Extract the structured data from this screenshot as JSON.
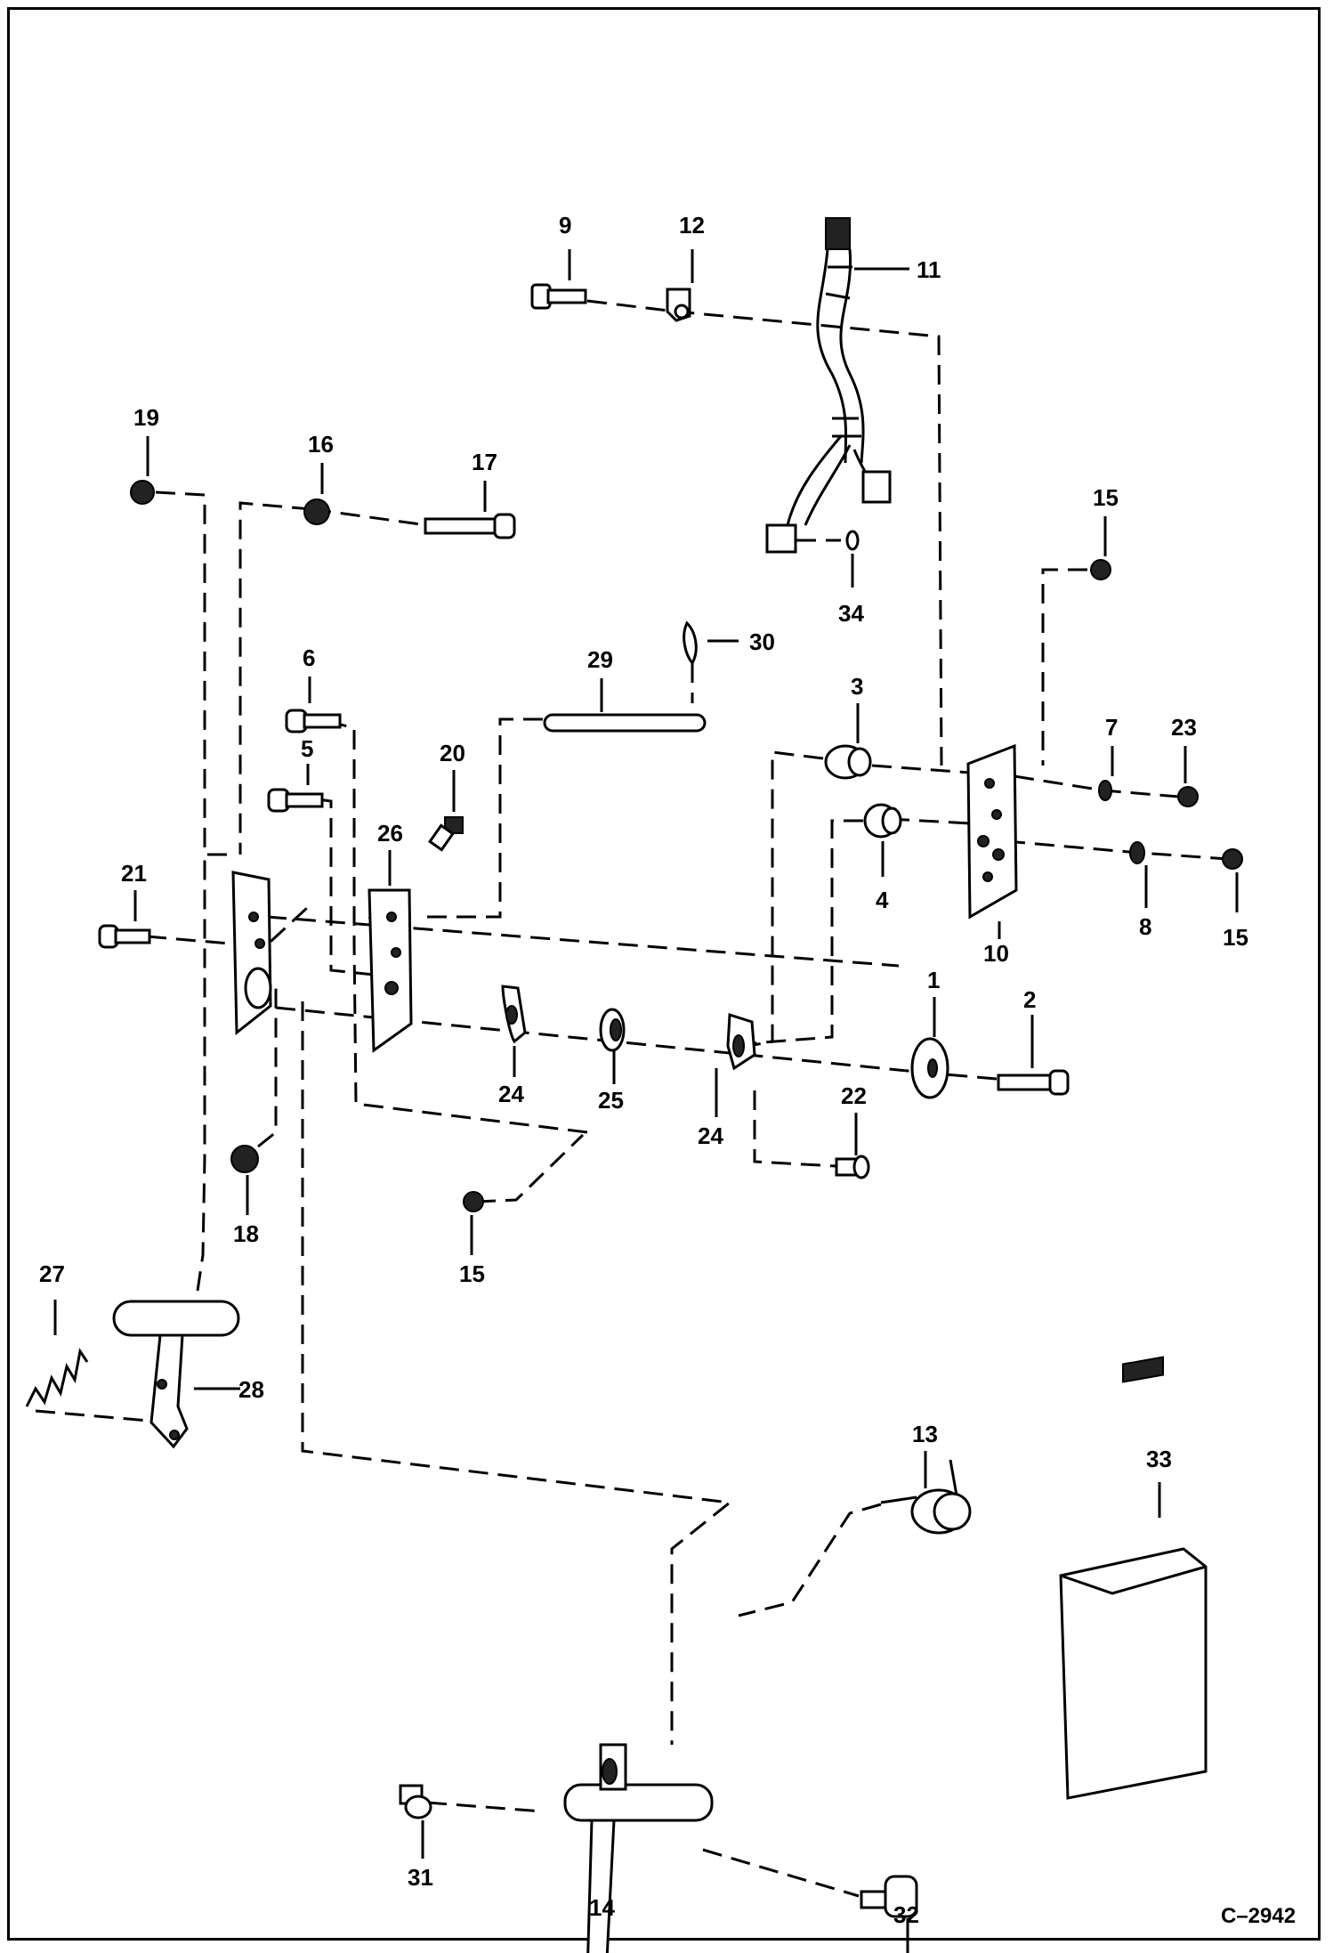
{
  "diagram": {
    "code": "C–2942",
    "labels": [
      {
        "id": "p1",
        "text": "1"
      },
      {
        "id": "p2",
        "text": "2"
      },
      {
        "id": "p3",
        "text": "3"
      },
      {
        "id": "p4",
        "text": "4"
      },
      {
        "id": "p5",
        "text": "5"
      },
      {
        "id": "p6",
        "text": "6"
      },
      {
        "id": "p7",
        "text": "7"
      },
      {
        "id": "p8",
        "text": "8"
      },
      {
        "id": "p9",
        "text": "9"
      },
      {
        "id": "p10",
        "text": "10"
      },
      {
        "id": "p11",
        "text": "11"
      },
      {
        "id": "p12",
        "text": "12"
      },
      {
        "id": "p13",
        "text": "13"
      },
      {
        "id": "p14",
        "text": "14"
      },
      {
        "id": "p15a",
        "text": "15"
      },
      {
        "id": "p15b",
        "text": "15"
      },
      {
        "id": "p15c",
        "text": "15"
      },
      {
        "id": "p16",
        "text": "16"
      },
      {
        "id": "p17",
        "text": "17"
      },
      {
        "id": "p18",
        "text": "18"
      },
      {
        "id": "p19",
        "text": "19"
      },
      {
        "id": "p20",
        "text": "20"
      },
      {
        "id": "p21",
        "text": "21"
      },
      {
        "id": "p22",
        "text": "22"
      },
      {
        "id": "p23",
        "text": "23"
      },
      {
        "id": "p24a",
        "text": "24"
      },
      {
        "id": "p24b",
        "text": "24"
      },
      {
        "id": "p25",
        "text": "25"
      },
      {
        "id": "p26",
        "text": "26"
      },
      {
        "id": "p27",
        "text": "27"
      },
      {
        "id": "p28",
        "text": "28"
      },
      {
        "id": "p29",
        "text": "29"
      },
      {
        "id": "p30",
        "text": "30"
      },
      {
        "id": "p31",
        "text": "31"
      },
      {
        "id": "p32",
        "text": "32"
      },
      {
        "id": "p33",
        "text": "33"
      },
      {
        "id": "p34",
        "text": "34"
      }
    ]
  }
}
